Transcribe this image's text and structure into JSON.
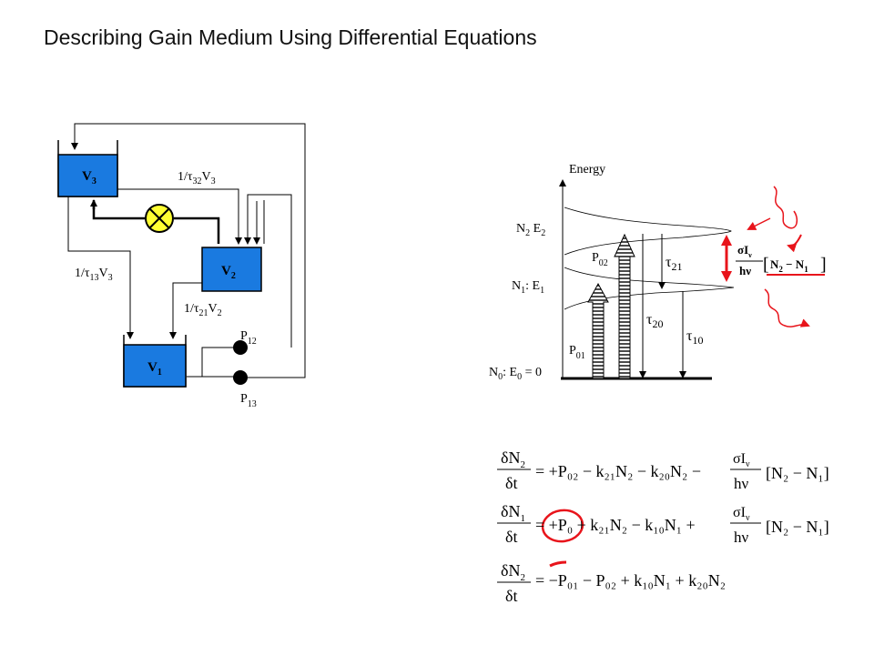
{
  "title": "Describing Gain Medium Using Differential Equations",
  "colors": {
    "tank": "#1a7ae0",
    "valve": "#ffff33",
    "annotation": "#e8141b",
    "ink": "#000000"
  },
  "tank_diagram": {
    "v3": {
      "main": "V",
      "sub": "3"
    },
    "v2": {
      "main": "V",
      "sub": "2"
    },
    "v1": {
      "main": "V",
      "sub": "1"
    },
    "flow_32": {
      "pre": "1/τ",
      "sub": "32",
      "post": "V",
      "post_sub": "3"
    },
    "flow_13": {
      "pre": "1/τ",
      "sub": "13",
      "post": "V",
      "post_sub": "3"
    },
    "flow_21": {
      "pre": "1/τ",
      "sub": "21",
      "post": "V",
      "post_sub": "2"
    },
    "p12": {
      "main": "P",
      "sub": "12"
    },
    "p13": {
      "main": "P",
      "sub": "13"
    },
    "valve_icon": "crossed-circle-valve",
    "pump_icon": "filled-dot"
  },
  "energy_diagram": {
    "axis_label": "Energy",
    "n2_label": {
      "a": "N",
      "a_sub": "2",
      "b": " E",
      "b_sub": "2"
    },
    "n1_label": {
      "a": "N",
      "a_sub": "1",
      "b": ": E",
      "b_sub": "1"
    },
    "n0_label": {
      "a": "N",
      "a_sub": "0",
      "b": ": E",
      "b_sub": "0",
      "c": " = 0"
    },
    "p01": {
      "main": "P",
      "sub": "01"
    },
    "p02": {
      "main": "P",
      "sub": "02"
    },
    "tau21": {
      "main": "τ",
      "sub": "21"
    },
    "tau20": {
      "main": "τ",
      "sub": "20"
    },
    "tau10": {
      "main": "τ",
      "sub": "10"
    },
    "stim_term": {
      "num": "σI",
      "num_sub": "ν",
      "den": "hν",
      "bracket": "N",
      "b1": "2",
      "minus": " − N",
      "b2": "1"
    }
  },
  "equations": [
    {
      "lhs_num": "δN",
      "lhs_num_sub": "2",
      "lhs_den": "δt",
      "rhs": "= +P₀₂ − k₂₁N₂ − k₂₀N₂ −",
      "frac_num": "σI",
      "frac_num_sub": "ν",
      "frac_den": "hν",
      "tail": "[N₂ − N₁]"
    },
    {
      "lhs_num": "δN",
      "lhs_num_sub": "1",
      "lhs_den": "δt",
      "rhs": "= +P₀ + k₂₁N₂ − k₁₀N₁ +",
      "frac_num": "σI",
      "frac_num_sub": "ν",
      "frac_den": "hν",
      "tail": "[N₂ − N₁]"
    },
    {
      "lhs_num": "δN",
      "lhs_num_sub": "2",
      "lhs_den": "δt",
      "rhs": "= −P₀₁ − P₀₂ + k₁₀N₁ + k₂₀N₂"
    }
  ]
}
